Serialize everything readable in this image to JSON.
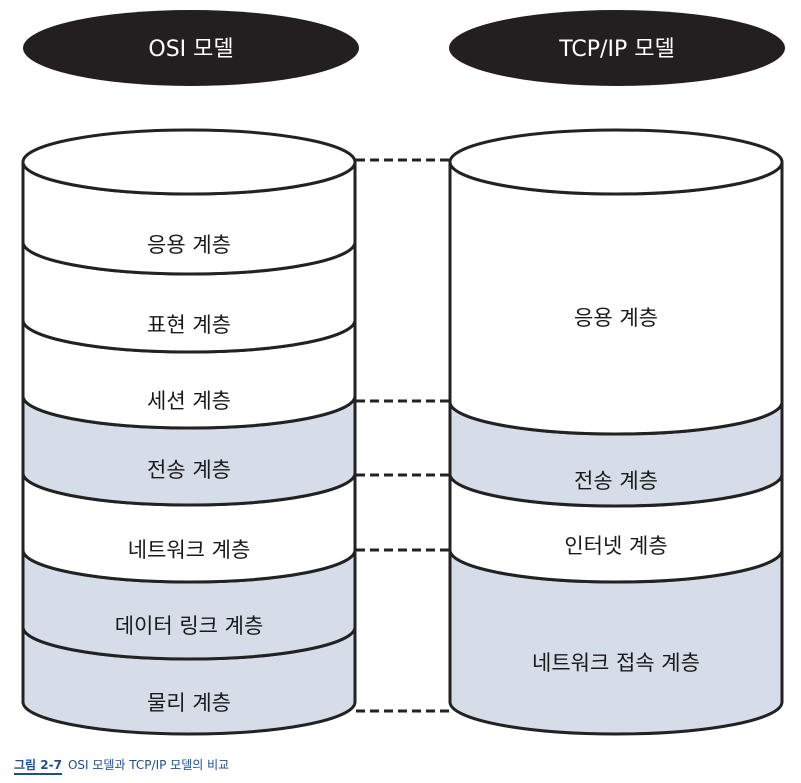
{
  "colors": {
    "pill": "#231f20",
    "layer_white": "#ffffff",
    "layer_blue": "#d6dde8",
    "outline": "#222222",
    "caption": "#1f4e8c"
  },
  "osi": {
    "title": "OSI 모델",
    "layers": [
      {
        "label": "응용 계층",
        "fill": "white"
      },
      {
        "label": "표현 계층",
        "fill": "white"
      },
      {
        "label": "세션 계층",
        "fill": "white"
      },
      {
        "label": "전송 계층",
        "fill": "blue"
      },
      {
        "label": "네트워크 계층",
        "fill": "white"
      },
      {
        "label": "데이터 링크 계층",
        "fill": "blue"
      },
      {
        "label": "물리 계층",
        "fill": "blue"
      }
    ]
  },
  "tcpip": {
    "title": "TCP/IP 모델",
    "layers": [
      {
        "label": "응용 계층",
        "fill": "white"
      },
      {
        "label": "전송 계층",
        "fill": "blue"
      },
      {
        "label": "인터넷 계층",
        "fill": "white"
      },
      {
        "label": "네트워크 접속 계층",
        "fill": "blue"
      }
    ]
  },
  "caption": {
    "figure_number": "그림 2-7",
    "text": "OSI 모델과 TCP/IP 모델의 비교"
  }
}
